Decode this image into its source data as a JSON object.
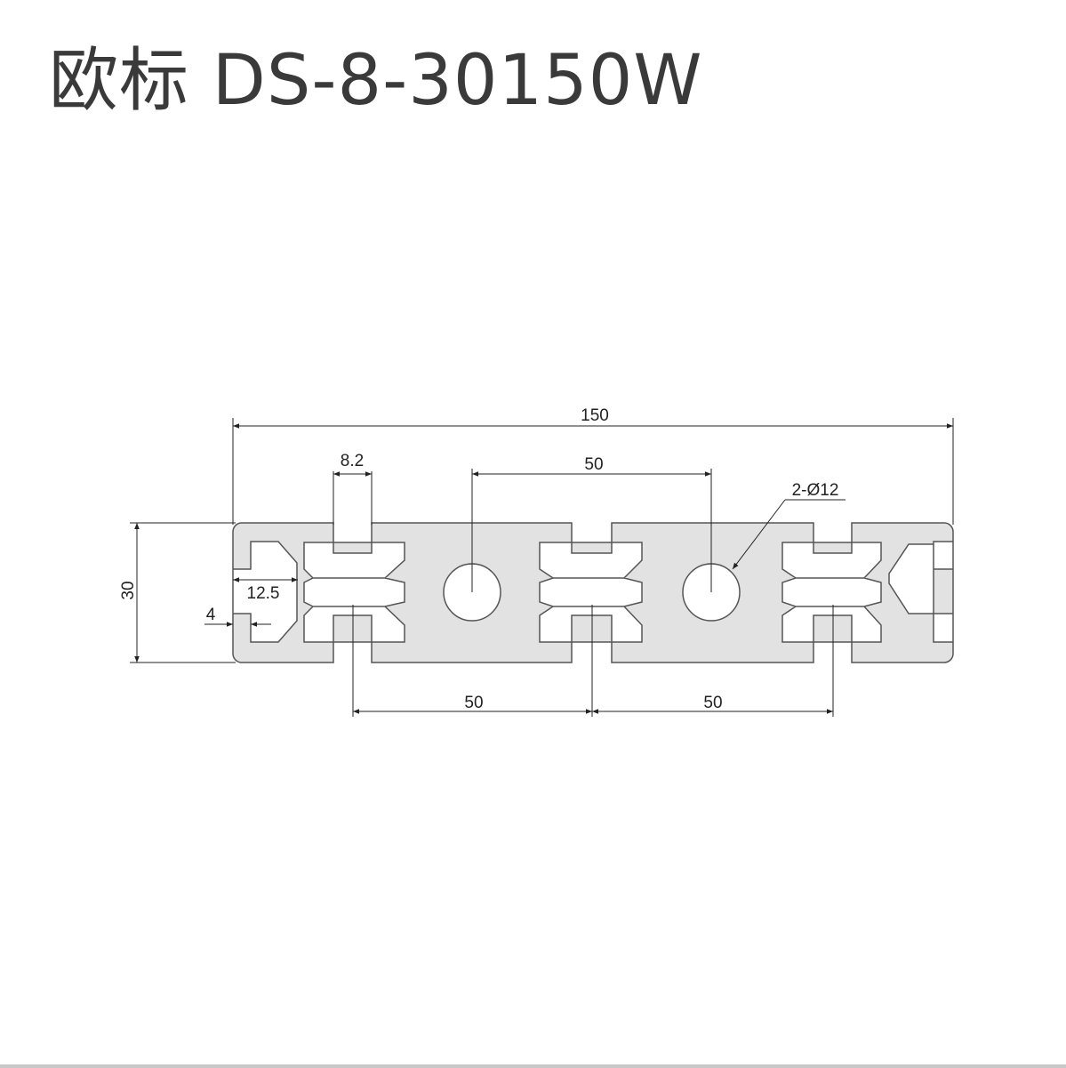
{
  "title": "欧标  DS-8-30150W",
  "colors": {
    "profile_fill": "#e2e2e2",
    "outline": "#555555",
    "dimension": "#222222"
  },
  "dimensions": {
    "overall_width": "150",
    "center_spacing_top": "50",
    "slot_width": "8.2",
    "hole_callout": "2-Ø12",
    "height": "30",
    "slot_depth": "12.5",
    "lip_thickness": "4",
    "spacing_bottom_left": "50",
    "spacing_bottom_right": "50"
  }
}
